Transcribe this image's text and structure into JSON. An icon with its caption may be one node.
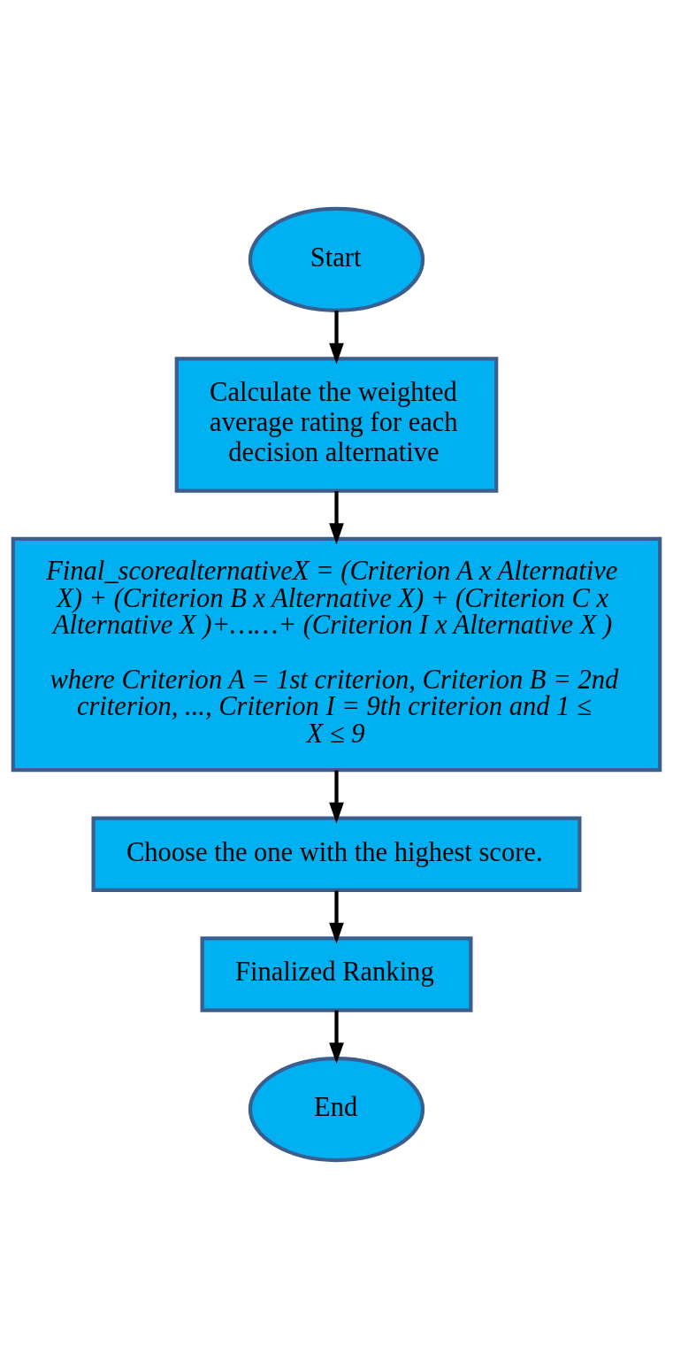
{
  "diagram": {
    "nodes": [
      {
        "text": [
          "Start"
        ]
      },
      {
        "text": [
          "Calculate the weighted average rating for each decision alternative"
        ]
      },
      {
        "text": [
          "Final_scorealternativeX = (Criterion A x Alternative X) + (Criterion B x Alternative X) + (Criterion C x Alternative X )+……+ (Criterion I x Alternative X )",
          "where Criterion A = 1st criterion, Criterion B = 2nd criterion, ..., Criterion I = 9th criterion and 1 ≤ X ≤ 9"
        ]
      },
      {
        "text": [
          "Choose the one with the highest score."
        ]
      },
      {
        "text": [
          "Finalized Ranking"
        ]
      },
      {
        "text": [
          "End"
        ]
      }
    ],
    "edges": [
      {
        "from": 0,
        "to": 1,
        "arrow": "to"
      },
      {
        "from": 1,
        "to": 2,
        "arrow": "to"
      },
      {
        "from": 2,
        "to": 3,
        "arrow": "to"
      },
      {
        "from": 3,
        "to": 4,
        "arrow": "to"
      },
      {
        "from": 4,
        "to": 5,
        "arrow": "to"
      }
    ]
  }
}
